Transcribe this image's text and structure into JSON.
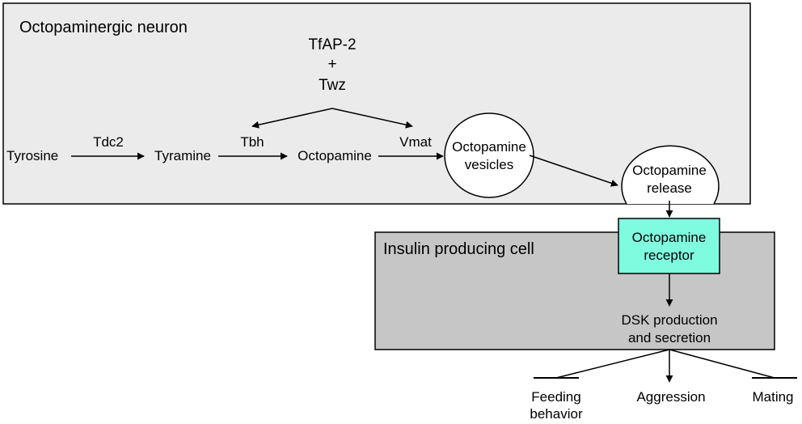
{
  "panels": {
    "neuron_label": "Octopaminergic neuron",
    "cell_label": "Insulin producing cell"
  },
  "regulators": {
    "line1": "TfAP-2",
    "line2": "+",
    "line3": "Twz"
  },
  "pathway": {
    "tyrosine": "Tyrosine",
    "tdc2": "Tdc2",
    "tyramine": "Tyramine",
    "tbh": "Tbh",
    "octopamine": "Octopamine",
    "vmat": "Vmat"
  },
  "vesicles": {
    "line1": "Octopamine",
    "line2": "vesicles"
  },
  "release": {
    "line1": "Octopamine",
    "line2": "release"
  },
  "receptor": {
    "line1": "Octopamine",
    "line2": "receptor",
    "color": "#7ffbe0"
  },
  "dsk": {
    "line1": "DSK production",
    "line2": "and secretion"
  },
  "outputs": {
    "feeding_line1": "Feeding",
    "feeding_line2": "behavior",
    "aggression": "Aggression",
    "mating": "Mating"
  },
  "colors": {
    "neuron_fill": "#ebebeb",
    "cell_fill": "#c6c6c6",
    "stroke": "#000000"
  }
}
